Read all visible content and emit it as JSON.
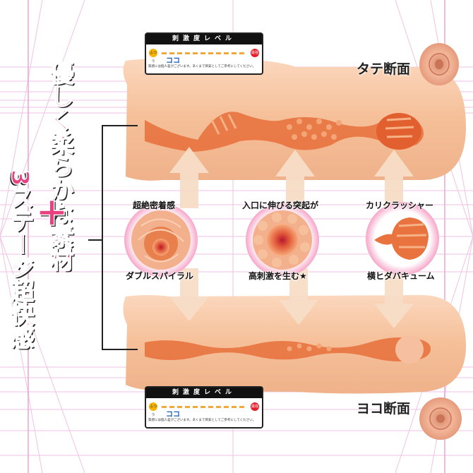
{
  "meter": {
    "title": "刺激度レベル",
    "low_label": "ふつう",
    "high_label": "最強",
    "pointer_label": "ココ",
    "note": "質感には個人差がございます。あくまで目安としてご参考にしてください。",
    "level": 0.35
  },
  "labels": {
    "vertical_section": "タテ断面",
    "horizontal_section": "ヨコ断面"
  },
  "headline": {
    "line1": "優しく柔らかな",
    "line1_accent": "素材",
    "plus": "+",
    "line2": "3ステージ超快感"
  },
  "features": [
    {
      "top": "超絶密着感",
      "bottom": "ダブルスパイラル"
    },
    {
      "top": "入口に伸びる突起が",
      "bottom": "高刺激を生む★"
    },
    {
      "top": "カリクラッシャー",
      "bottom": "横ヒダバキューム"
    }
  ],
  "colors": {
    "skin": "#f7c4a0",
    "channel": "#e8733f",
    "headline_pink": "#e8417f",
    "grid": "#e7a8d6"
  }
}
